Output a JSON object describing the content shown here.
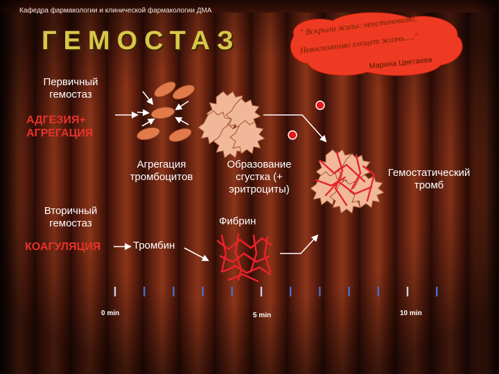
{
  "header": {
    "department": "Кафедра фармакологии и клинической фармакологии ДМА",
    "title": "ГЕМОСТАЗ"
  },
  "quote": {
    "line1": "\" Вскрыла жилы: неостановимо,",
    "line2": "Невосполнимо хлещет жизнь.....\"",
    "author": "Марина Цветаева"
  },
  "labels": {
    "primary": "Первичный гемостаз",
    "adhesion": "АДГЕЗИЯ+ АГРЕГАЦИЯ",
    "platelet_aggregation": "Агрегация тромбоцитов",
    "clot_formation": "Образование сгустка (+ эритроциты)",
    "hemostatic_thrombus": "Гемостатический тромб",
    "secondary": "Вторичный гемостаз",
    "fibrin": "Фибрин",
    "coagulation": "КОАГУЛЯЦИЯ",
    "thrombin": "Тромбин"
  },
  "timeline": {
    "labels": [
      "0 min",
      "5 min",
      "10 min"
    ]
  },
  "colors": {
    "title": "#d8c64a",
    "red_label": "#e8322a",
    "platelet": "#e07a4a",
    "aggregate": "#f0b898",
    "fibrin": "#e8222a",
    "timeline_tick": "#4a6ec8",
    "quote_cloud": "#ee3a22"
  }
}
